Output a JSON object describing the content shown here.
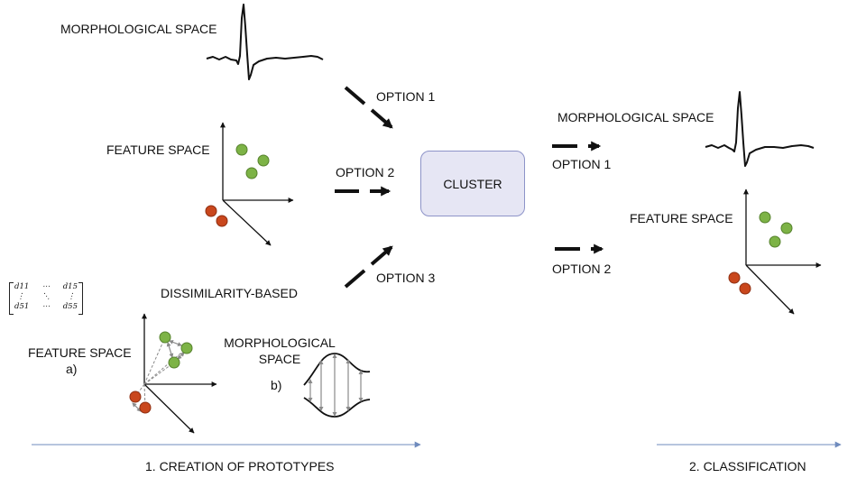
{
  "labels": {
    "morph_top": "MORPHOLOGICAL SPACE",
    "feature_left": "FEATURE SPACE",
    "option1": "OPTION 1",
    "option2": "OPTION 2",
    "option3": "OPTION 3",
    "cluster": "CLUSTER",
    "dissimilarity": "DISSIMILARITY-BASED",
    "feature_a_title": "FEATURE SPACE",
    "feature_a_tag": "a)",
    "morph_b_line1": "MORPHOLOGICAL",
    "morph_b_line2": "SPACE",
    "morph_b_tag": "b)",
    "morph_right": "MORPHOLOGICAL SPACE",
    "option1_right": "OPTION 1",
    "feature_right": "FEATURE SPACE",
    "option2_right": "OPTION 2",
    "phase1": "1. CREATION OF PROTOTYPES",
    "phase2": "2. CLASSIFICATION"
  },
  "matrix": {
    "top_left": "d11",
    "top_mid": "⋯",
    "top_right": "d15",
    "mid_left": "⋮",
    "mid_mid": "⋱",
    "mid_right": "⋮",
    "bot_left": "d51",
    "bot_mid": "⋯",
    "bot_right": "d55"
  },
  "colors": {
    "green_point": "#7db346",
    "red_point": "#c9471d",
    "cluster_fill": "#e6e6f4",
    "cluster_border": "#8d93c8",
    "timeline": "#6f8bbd",
    "axis": "#111111",
    "dissimilarity_arrow": "#8a8a8a"
  }
}
